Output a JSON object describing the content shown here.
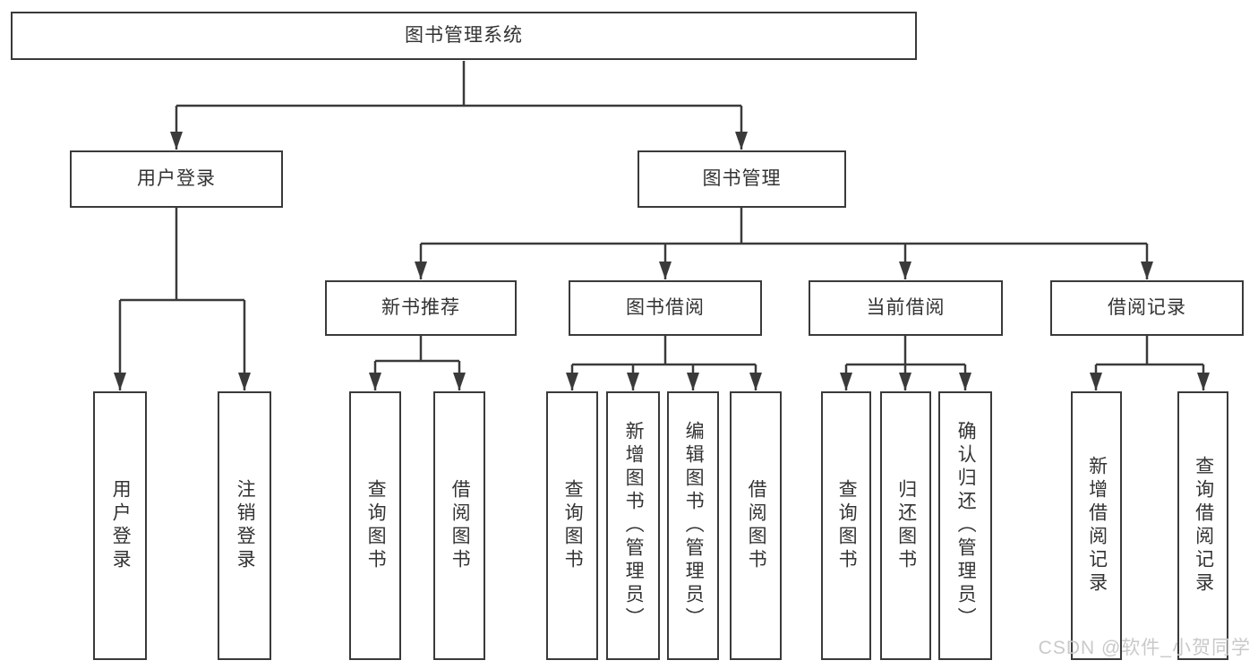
{
  "diagram": {
    "title": "图书管理系统",
    "colors": {
      "line": "#3a3a3a",
      "box_border": "#3a3a3a",
      "text": "#333333",
      "background": "#ffffff",
      "watermark": "#c9c9c9"
    },
    "watermark": "CSDN @软件_小贺同学",
    "nodes": {
      "root": {
        "label": "图书管理系统"
      },
      "user_login": {
        "label": "用户登录"
      },
      "book_mgmt": {
        "label": "图书管理"
      },
      "new_book_rec": {
        "label": "新书推荐"
      },
      "book_borrow": {
        "label": "图书借阅"
      },
      "current_borrow": {
        "label": "当前借阅"
      },
      "borrow_records": {
        "label": "借阅记录"
      },
      "leaf_user_login": {
        "label": "用户登录"
      },
      "leaf_logout": {
        "label": "注销登录"
      },
      "leaf_query_books_rec": {
        "label": "查询图书"
      },
      "leaf_borrow_books_rec": {
        "label": "借阅图书"
      },
      "leaf_query_books_bb": {
        "label": "查询图书"
      },
      "leaf_add_books": {
        "label": "新增图书（管理员）"
      },
      "leaf_edit_books": {
        "label": "编辑图书（管理员）"
      },
      "leaf_borrow_books_bb": {
        "label": "借阅图书"
      },
      "leaf_query_books_cur": {
        "label": "查询图书"
      },
      "leaf_return_books": {
        "label": "归还图书"
      },
      "leaf_confirm_return": {
        "label": "确认归还（管理员）"
      },
      "leaf_add_borrow_record": {
        "label": "新增借阅记录"
      },
      "leaf_query_borrow_record": {
        "label": "查询借阅记录"
      }
    },
    "edges": [
      [
        "root",
        "user_login"
      ],
      [
        "root",
        "book_mgmt"
      ],
      [
        "user_login",
        "leaf_user_login"
      ],
      [
        "user_login",
        "leaf_logout"
      ],
      [
        "book_mgmt",
        "new_book_rec"
      ],
      [
        "book_mgmt",
        "book_borrow"
      ],
      [
        "book_mgmt",
        "current_borrow"
      ],
      [
        "book_mgmt",
        "borrow_records"
      ],
      [
        "new_book_rec",
        "leaf_query_books_rec"
      ],
      [
        "new_book_rec",
        "leaf_borrow_books_rec"
      ],
      [
        "book_borrow",
        "leaf_query_books_bb"
      ],
      [
        "book_borrow",
        "leaf_add_books"
      ],
      [
        "book_borrow",
        "leaf_edit_books"
      ],
      [
        "book_borrow",
        "leaf_borrow_books_bb"
      ],
      [
        "current_borrow",
        "leaf_query_books_cur"
      ],
      [
        "current_borrow",
        "leaf_return_books"
      ],
      [
        "current_borrow",
        "leaf_confirm_return"
      ],
      [
        "borrow_records",
        "leaf_add_borrow_record"
      ],
      [
        "borrow_records",
        "leaf_query_borrow_record"
      ]
    ]
  }
}
